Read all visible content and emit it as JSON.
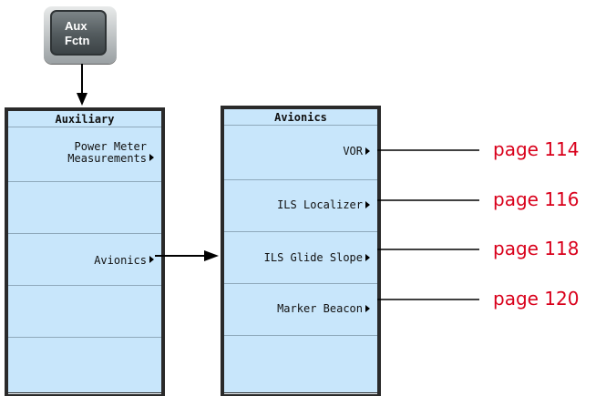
{
  "hardkey": {
    "line1": "Aux",
    "line2": "Fctn"
  },
  "auxiliary_menu": {
    "title": "Auxiliary",
    "softkeys": [
      {
        "line1": "Power Meter",
        "line2": "Measurements",
        "has_submenu": true
      },
      {
        "line1": "",
        "has_submenu": false
      },
      {
        "line1": "Avionics",
        "has_submenu": true
      },
      {
        "line1": "",
        "has_submenu": false
      },
      {
        "line1": "",
        "has_submenu": false
      }
    ]
  },
  "avionics_menu": {
    "title": "Avionics",
    "softkeys": [
      {
        "line1": "VOR",
        "has_submenu": true
      },
      {
        "line1": "ILS Localizer",
        "has_submenu": true
      },
      {
        "line1": "ILS Glide Slope",
        "has_submenu": true
      },
      {
        "line1": "Marker Beacon",
        "has_submenu": true
      },
      {
        "line1": "",
        "has_submenu": false
      }
    ]
  },
  "page_refs": [
    "page 114",
    "page 116",
    "page 118",
    "page 120"
  ],
  "colors": {
    "panel_bg": "#c8e6fb",
    "link": "#d9001b"
  }
}
